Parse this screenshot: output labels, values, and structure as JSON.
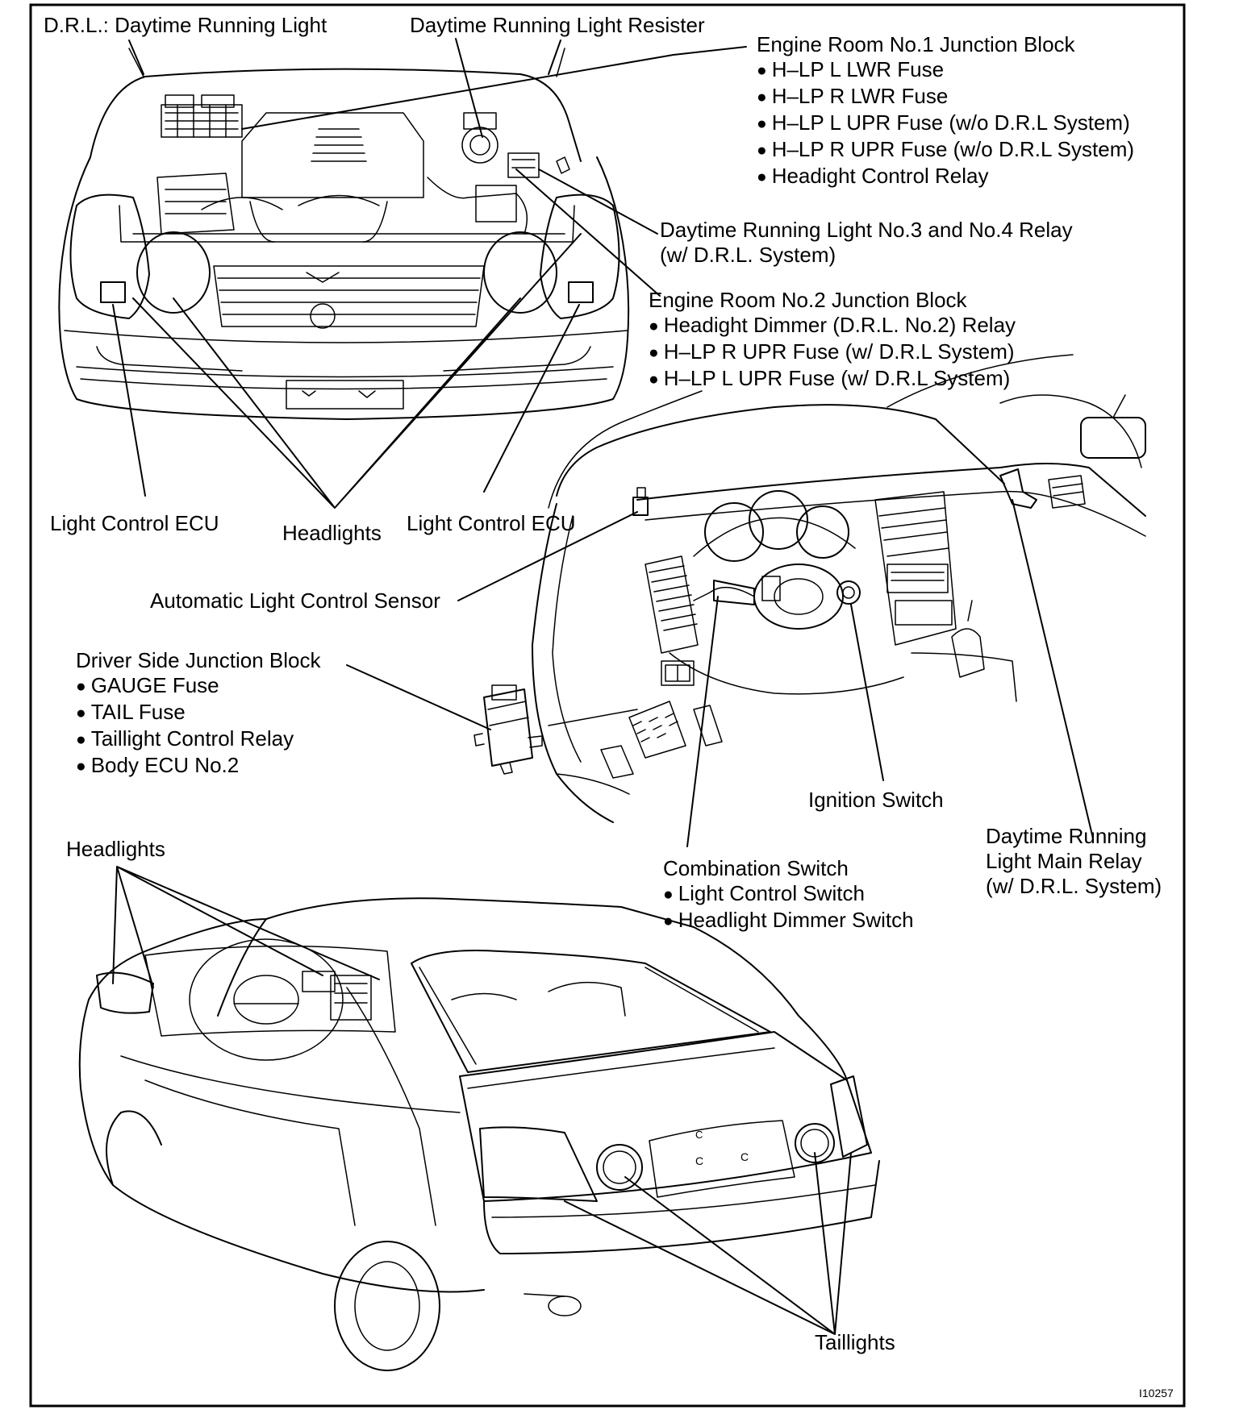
{
  "labels": {
    "drl_legend": "D.R.L.: Daytime Running Light",
    "drl_resister": "Daytime Running Light Resister",
    "er1_block": {
      "title": "Engine Room No.1 Junction Block",
      "items": [
        "H–LP L LWR Fuse",
        "H–LP R LWR Fuse",
        "H–LP L UPR Fuse (w/o D.R.L System)",
        "H–LP R UPR Fuse (w/o D.R.L System)",
        "Headight Control Relay"
      ]
    },
    "drl_relay34": [
      "Daytime Running Light No.3 and No.4 Relay",
      "(w/ D.R.L. System)"
    ],
    "er2_block": {
      "title": "Engine Room No.2 Junction Block",
      "items": [
        "Headight Dimmer (D.R.L. No.2) Relay",
        "H–LP R UPR Fuse (w/ D.R.L System)",
        "H–LP L UPR Fuse (w/ D.R.L System)"
      ]
    },
    "light_ecu_left": "Light Control ECU",
    "headlights_front": "Headlights",
    "light_ecu_right": "Light Control ECU",
    "auto_sensor": "Automatic Light Control Sensor",
    "driver_block": {
      "title": "Driver Side Junction Block",
      "items": [
        "GAUGE Fuse",
        "TAIL Fuse",
        "Taillight Control Relay",
        "Body ECU No.2"
      ]
    },
    "ignition": "Ignition Switch",
    "drl_main": [
      "Daytime Running",
      "Light Main Relay",
      "(w/ D.R.L. System)"
    ],
    "combo": {
      "title": "Combination Switch",
      "items": [
        "Light Control Switch",
        "Headlight Dimmer Switch"
      ]
    },
    "headlights_rear": "Headlights",
    "taillights": "Taillights",
    "figure_id": "I10257"
  },
  "plate_marks": [
    "C",
    "C",
    "C"
  ]
}
